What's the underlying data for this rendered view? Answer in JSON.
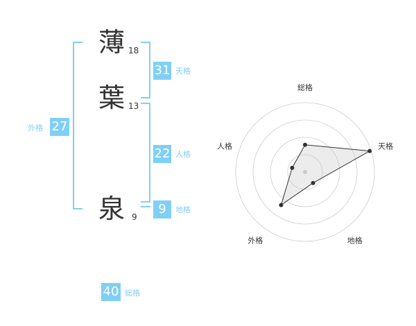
{
  "name_chars": [
    {
      "char": "薄",
      "strokes": "18"
    },
    {
      "char": "葉",
      "strokes": "13"
    },
    {
      "char": "泉",
      "strokes": "9"
    }
  ],
  "kaku": {
    "tenkaku": {
      "value": "31",
      "label": "天格"
    },
    "jinkaku": {
      "value": "22",
      "label": "人格"
    },
    "chikaku": {
      "value": "9",
      "label": "地格"
    },
    "gaikaku": {
      "value": "27",
      "label": "外格"
    },
    "soukaku": {
      "value": "40",
      "label": "総格"
    }
  },
  "chart_data": {
    "type": "radar",
    "axes": [
      "総格",
      "天格",
      "地格",
      "外格",
      "人格"
    ],
    "values": [
      2,
      5,
      1,
      3,
      1
    ],
    "max": 5,
    "rings": 4
  },
  "colors": {
    "accent": "#7fcff7",
    "text": "#333333",
    "grid": "#cccccc"
  }
}
